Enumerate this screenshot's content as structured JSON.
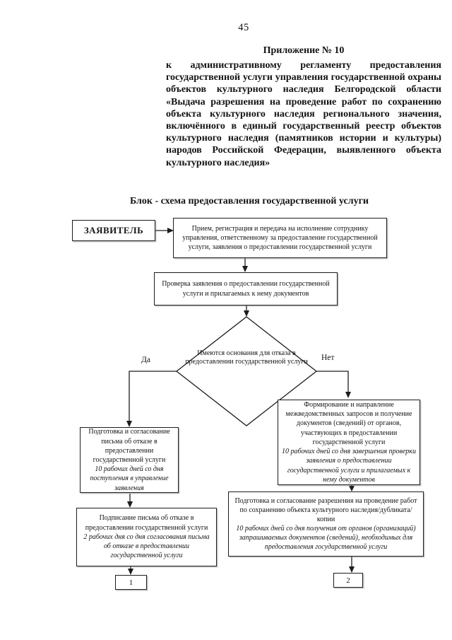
{
  "page": {
    "number": "45",
    "appendix_heading": "Приложение № 10",
    "appendix_body": "к административному регламенту предоставления государственной услуги управления государственной охраны объектов культурного наследия Белгородской области «Выдача разрешения на проведение работ по сохранению объекта культурного наследия регионального значения, включённого в единый государственный реестр объектов культурного наследия (памятников истории и культуры) народов Российской Федерации, выявленного объекта культурного наследия»"
  },
  "flowchart": {
    "title": "Блок - схема предоставления государственной услуги",
    "applicant": "ЗАЯВИТЕЛЬ",
    "reception": "Прием, регистрация и передача на исполнение сотруднику управления, ответственному за предоставление государственной услуги, заявления о предоставлении государственной услуги",
    "check": "Проверка заявления о предоставлении государственной услуги и прилагаемых к нему документов",
    "decision": "Имеются основания для отказа в предоставлении государственной услуги",
    "yes_label": "Да",
    "no_label": "Нет",
    "refusal_prepare": {
      "text": "Подготовка и согласование письма об отказе в предоставлении государственной услуги",
      "term": "10 рабочих дней со дня поступления в управление заявления"
    },
    "refusal_sign": {
      "text": "Подписание письма об отказе в предоставлении государственной услуги",
      "term": "2 рабочих дня со дня согласования письма об отказе в предоставлении государственной услуги"
    },
    "interagency": {
      "text": "Формирование и направление межведомственных запросов и получение документов (сведений) от органов, участвующих в предоставлении государственной услуги",
      "term": "10 рабочих дней со дня завершения проверки заявления о предоставлении государственной услуги и прилагаемых к нему документов"
    },
    "permit": {
      "text": "Подготовка и согласование разрешения на проведение работ по сохранению объекта культурного наследия/дубликата/копии",
      "term": "10 рабочих дней со дня получения от органов (организаций) запрашиваемых документов (сведений), необходимых для предоставления государственной услуги"
    },
    "connector1": "1",
    "connector2": "2"
  },
  "colors": {
    "ink": "#1c1c1c",
    "paper": "#ffffff"
  }
}
